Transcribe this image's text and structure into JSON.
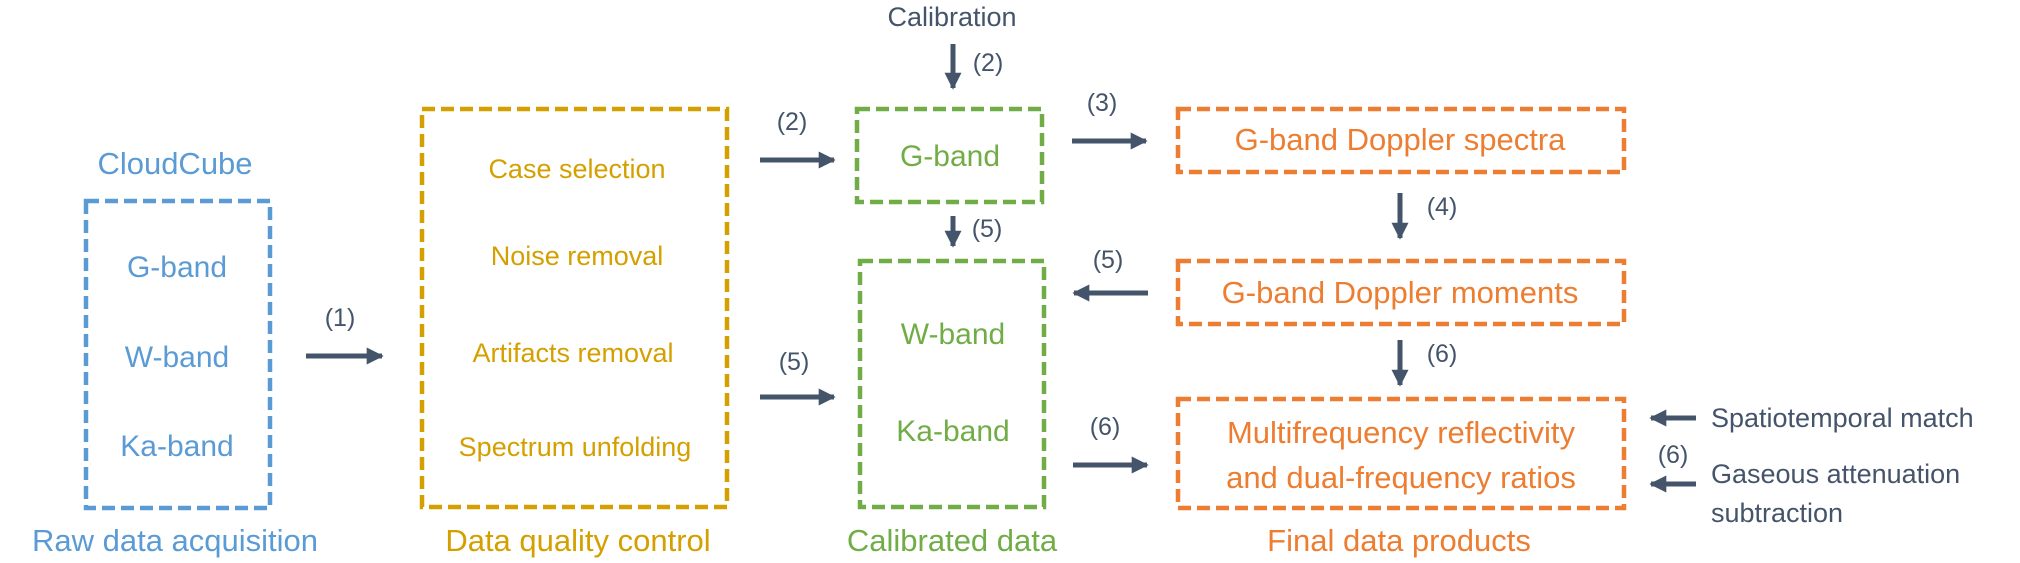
{
  "colors": {
    "raw": "#5B9BD5",
    "quality": "#D4A000",
    "calibrated": "#70AD47",
    "final": "#ED7D31",
    "arrow": "#44546A"
  },
  "raw_stage": {
    "title": "CloudCube",
    "items": [
      "G-band",
      "W-band",
      "Ka-band"
    ],
    "caption": "Raw data acquisition"
  },
  "quality_stage": {
    "items": [
      "Case selection",
      "Noise removal",
      "Artifacts removal",
      "Spectrum unfolding"
    ],
    "caption": "Data quality control"
  },
  "calibrated_stage": {
    "input_label": "Calibration",
    "g_box": [
      "G-band"
    ],
    "wka_box": [
      "W-band",
      "Ka-band"
    ],
    "caption": "Calibrated data"
  },
  "final_stage": {
    "spectra": "G-band Doppler spectra",
    "moments": "G-band Doppler moments",
    "products": [
      "Multifrequency reflectivity",
      "and dual-frequency ratios"
    ],
    "caption": "Final data products"
  },
  "external_inputs": {
    "spatiotemporal": "Spatiotemporal match",
    "gaseous": [
      "Gaseous attenuation",
      "subtraction"
    ]
  },
  "step_labels": {
    "raw_to_qc": "(1)",
    "calibration_to_g": "(2)",
    "qc_to_g": "(2)",
    "qc_to_wka": "(5)",
    "g_to_wka": "(5)",
    "g_to_spectra": "(3)",
    "spectra_to_moments": "(4)",
    "moments_to_wka": "(5)",
    "moments_to_products": "(6)",
    "wka_to_products": "(6)",
    "external_to_products": "(6)"
  }
}
